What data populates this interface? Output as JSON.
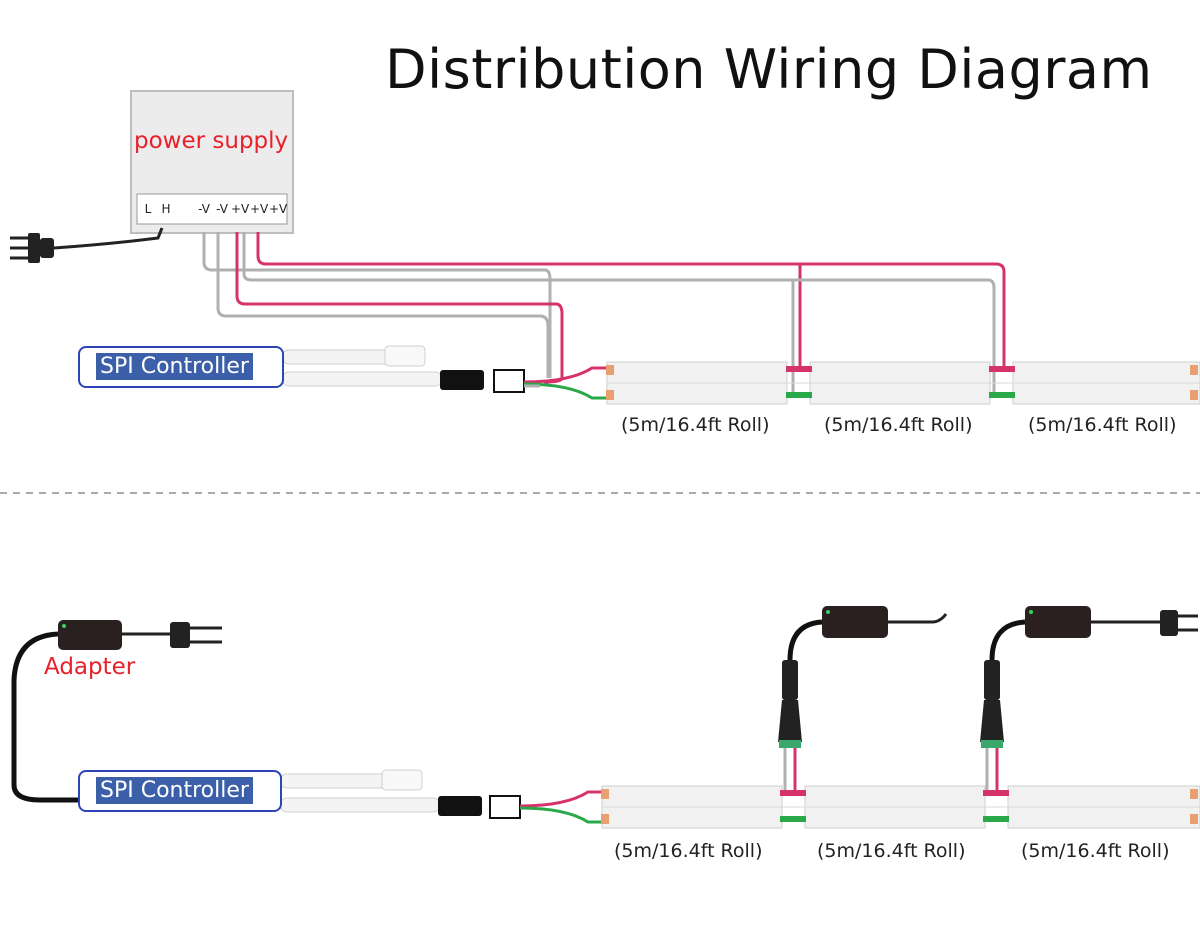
{
  "title": "Distribution Wiring Diagram",
  "power_supply": {
    "label": "power supply",
    "terminals": [
      "L",
      "H",
      "",
      "-V",
      "-V",
      "+V",
      "+V",
      "+V"
    ]
  },
  "controller_label": "SPI Controller",
  "adapter_label": "Adapter",
  "roll_label": "(5m/16.4ft Roll)",
  "colors": {
    "positive_wire": "#d6336c",
    "negative_wire": "#b0b0b0",
    "data_wire": "#2aa84a",
    "label_red": "#e8202a",
    "controller_border": "#2c46b8",
    "controller_fill": "#3b5fa8",
    "adapter_body": "#2b2020",
    "divider": "#aaaaaa"
  },
  "icons": [
    "plug-icon",
    "connector-icon",
    "adapter-icon",
    "dc-jack-icon"
  ]
}
